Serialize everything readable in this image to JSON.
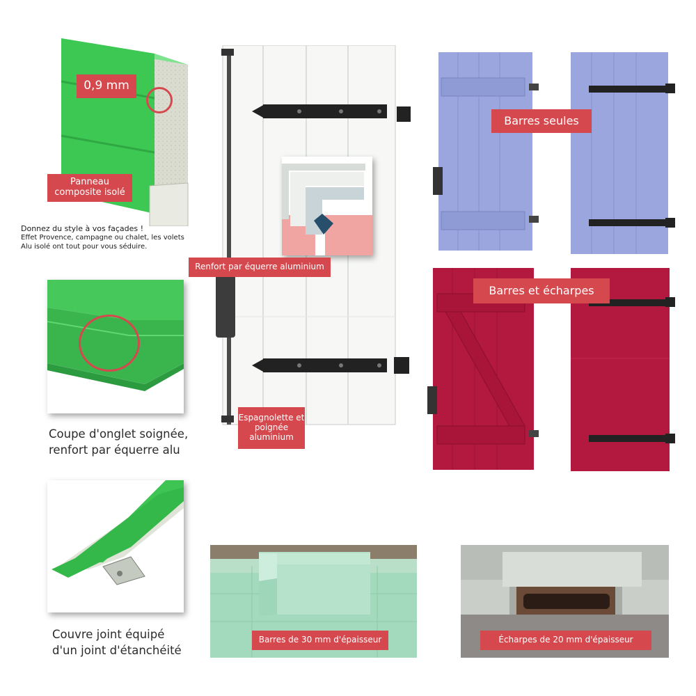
{
  "labels": {
    "thickness": "0,9 mm",
    "panel": "Panneau\ncomposite isolé",
    "reinforcement": "Renfort par équerre aluminium",
    "espagnolette": "Espagnolette et\npoignée\naluminium",
    "bars_only": "Barres seules",
    "bars_and_braces": "Barres et écharpes",
    "bars_thickness": "Barres de 30 mm d'épaisseur",
    "braces_thickness": "Écharpes de 20 mm d'épaisseur"
  },
  "intro": {
    "title": "Donnez du style à vos façades !",
    "body": "Effet Provence, campagne ou chalet, les volets\nAlu isolé ont tout pour vous séduire."
  },
  "captions": {
    "miter": "Coupe d'onglet soignée,\nrenfort par équerre alu",
    "joint": "Couvre joint équipé\nd'un joint d'étanchéité"
  },
  "colors": {
    "accent_red": "#d5484d",
    "green": "#3cc852",
    "lavender": "#9aa6dd",
    "crimson": "#b3183f",
    "mint": "#9fd9b9"
  }
}
